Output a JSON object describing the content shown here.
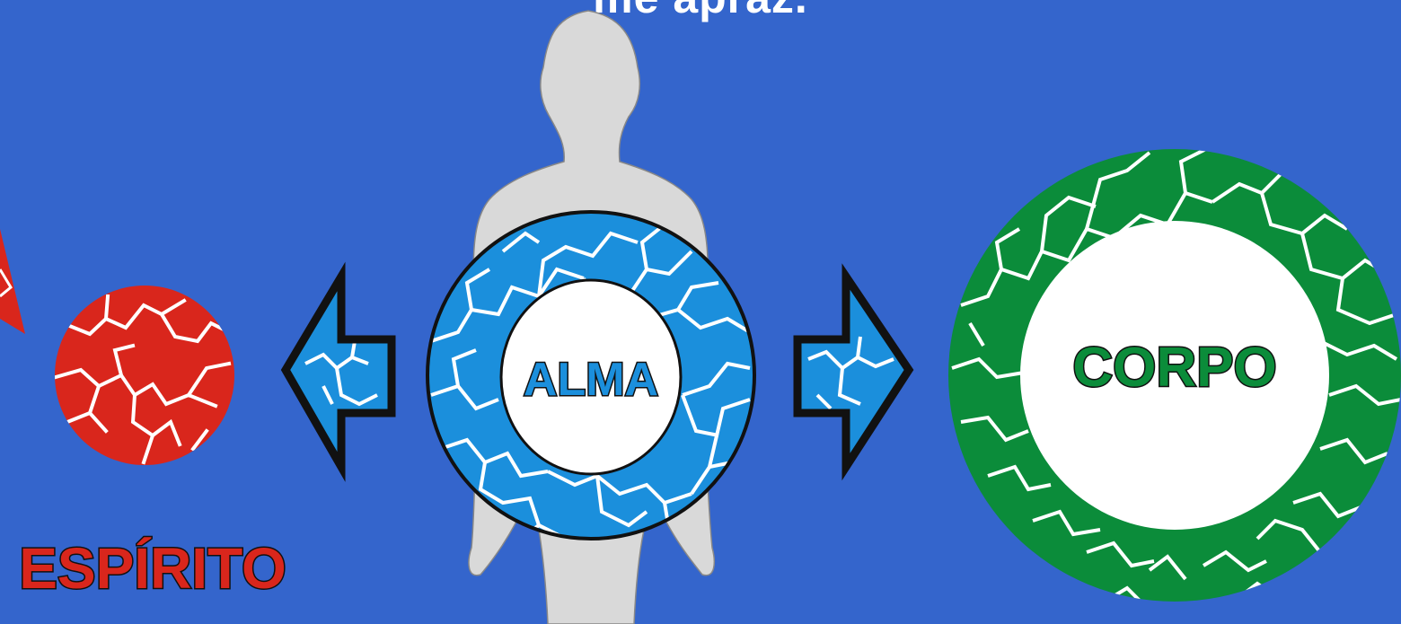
{
  "header": {
    "caption": "me apraz."
  },
  "labels": {
    "spirit": "ESPÍRITO",
    "soul": "ALMA",
    "body": "CORPO"
  },
  "colors": {
    "background": "#3465cc",
    "spirit": "#d9261c",
    "soul": "#1b8fdc",
    "body": "#0b8c3a",
    "silhouette": "#d9d9d9",
    "crack": "#ffffff",
    "outline": "#111111"
  },
  "icons": [
    "arrow-left-icon",
    "arrow-right-icon",
    "human-silhouette"
  ]
}
